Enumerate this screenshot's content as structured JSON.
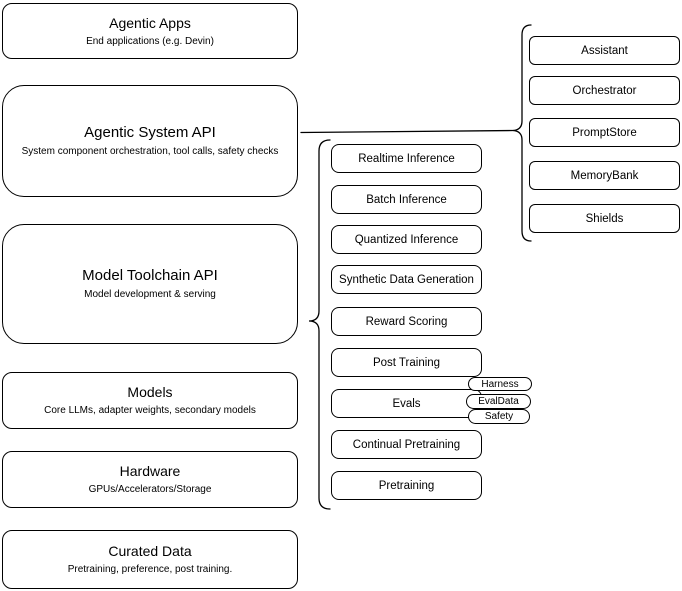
{
  "diagram": {
    "left_boxes": [
      {
        "title": "Agentic Apps",
        "subtitle": "End applications (e.g. Devin)"
      },
      {
        "title": "Agentic System API",
        "subtitle": "System component orchestration, tool calls, safety checks"
      },
      {
        "title": "Model Toolchain API",
        "subtitle": "Model development & serving"
      },
      {
        "title": "Models",
        "subtitle": "Core LLMs, adapter weights, secondary models"
      },
      {
        "title": "Hardware",
        "subtitle": "GPUs/Accelerators/Storage"
      },
      {
        "title": "Curated Data",
        "subtitle": "Pretraining, preference, post training."
      }
    ],
    "toolchain_items": [
      "Realtime Inference",
      "Batch Inference",
      "Quantized Inference",
      "Synthetic Data Generation",
      "Reward Scoring",
      "Post Training",
      "Evals",
      "Continual Pretraining",
      "Pretraining"
    ],
    "eval_pills": [
      "Harness",
      "EvalData",
      "Safety"
    ],
    "system_components": [
      "Assistant",
      "Orchestrator",
      "PromptStore",
      "MemoryBank",
      "Shields"
    ],
    "colors": {
      "stroke": "#000000",
      "background": "#ffffff",
      "text": "#000000"
    }
  }
}
